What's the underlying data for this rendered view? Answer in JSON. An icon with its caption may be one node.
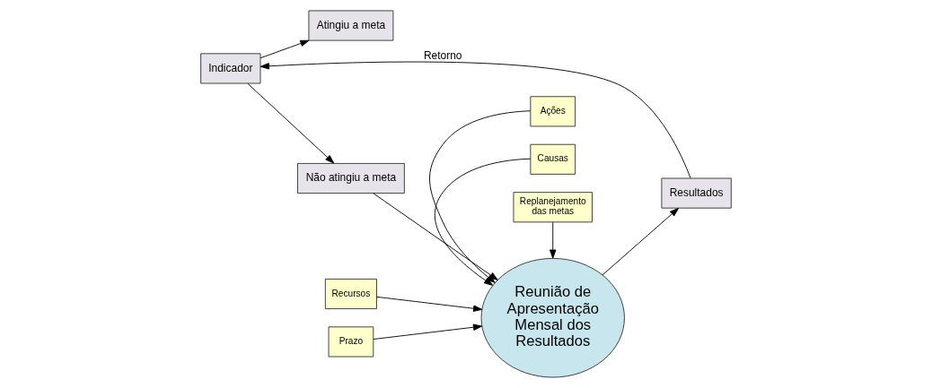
{
  "diagram": {
    "nodes": [
      {
        "text": [
          "Indicador"
        ]
      },
      {
        "text": [
          "Atingiu a meta"
        ]
      },
      {
        "text": [
          "Não atingiu a meta"
        ]
      },
      {
        "text": [
          "Reunião de Apresentação Mensal dos Resultados"
        ]
      },
      {
        "text": [
          "Replanejamento das metas"
        ]
      },
      {
        "text": [
          "Prazo"
        ]
      },
      {
        "text": [
          "Recursos"
        ]
      },
      {
        "text": [
          "Ações"
        ]
      },
      {
        "text": [
          "Causas"
        ]
      },
      {
        "text": [
          "Resultados"
        ]
      }
    ],
    "edges": [
      {
        "from": 0,
        "to": 1,
        "arrow": "to"
      },
      {
        "from": 0,
        "to": 2,
        "arrow": "to"
      },
      {
        "from": 2,
        "to": 3,
        "arrow": "to"
      },
      {
        "from": 4,
        "to": 3,
        "arrow": "to"
      },
      {
        "from": 5,
        "to": 3,
        "arrow": "to"
      },
      {
        "from": 6,
        "to": 3,
        "arrow": "to"
      },
      {
        "from": 7,
        "to": 3,
        "arrow": "to"
      },
      {
        "from": 8,
        "to": 3,
        "arrow": "to"
      },
      {
        "from": 3,
        "to": 9,
        "arrow": "to"
      },
      {
        "from": 9,
        "to": 0,
        "arrow": "to",
        "label": "Retorno"
      }
    ]
  }
}
